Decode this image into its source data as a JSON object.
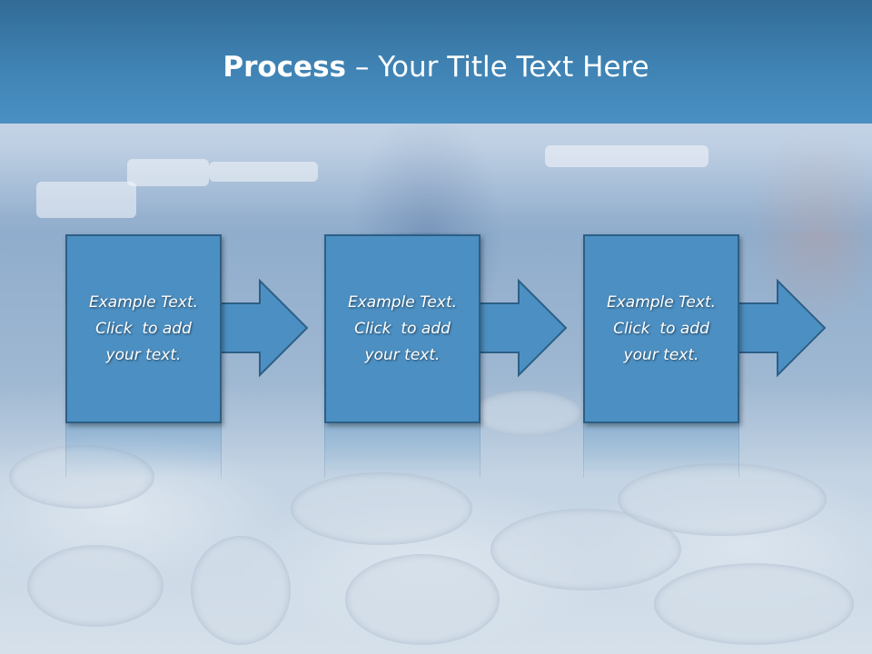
{
  "slide": {
    "title_bold": "Process",
    "title_rest": " – Your Title Text Here"
  },
  "steps": [
    {
      "line1": "Example Text.",
      "line2": "Click  to add",
      "line3": "your text."
    },
    {
      "line1": "Example Text.",
      "line2": "Click  to add",
      "line3": "your text."
    },
    {
      "line1": "Example Text.",
      "line2": "Click  to add",
      "line3": "your text."
    }
  ],
  "colors": {
    "header": "#3f83b4",
    "box_fill": "#4c8fc2",
    "box_border": "#2d5f86",
    "text": "#ffffff"
  },
  "icons": [
    "right-arrow-icon"
  ]
}
